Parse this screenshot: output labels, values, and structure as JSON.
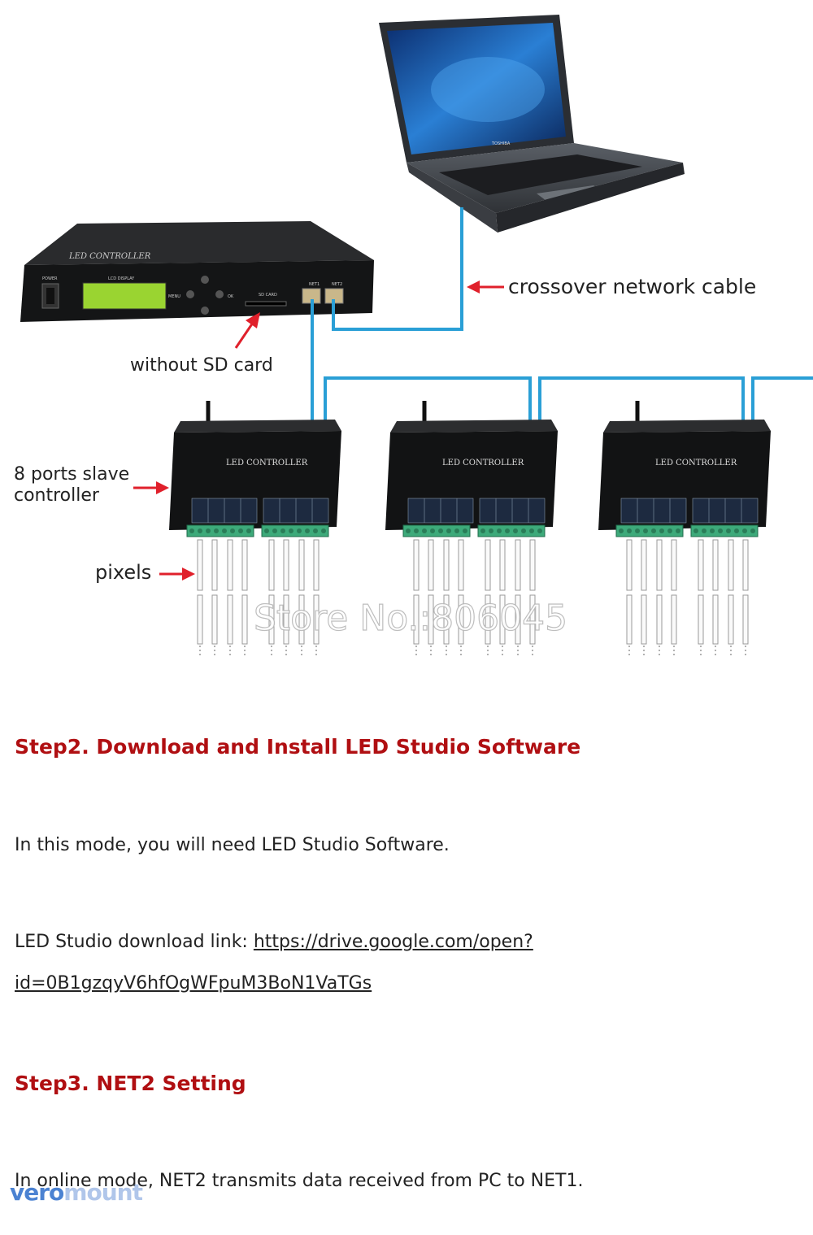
{
  "diagram": {
    "labels": {
      "crossover": "crossover network cable",
      "sd_card": "without SD card",
      "slave_line1": "8 ports slave",
      "slave_line2": "controller",
      "pixels": "pixels"
    },
    "master": {
      "title": "LED CONTROLLER",
      "power": "POWER",
      "lcd": "LCD DISPLAY",
      "menu": "MENU",
      "ok": "OK",
      "sd": "SD CARD",
      "net1": "NET1",
      "net2": "NET2"
    },
    "slave_title": "LED CONTROLLER",
    "watermark": "Store No.:806045",
    "cable_color": "#2a9fd6",
    "arrow_color": "#e0202b"
  },
  "step2": {
    "heading": "Step2. Download and Install LED Studio Software",
    "line1": "In this mode, you will need LED Studio Software.",
    "link_prefix": "LED Studio download link: ",
    "link_part1": "https://drive.google.com/open?",
    "link_part2": "id=0B1gzqyV6hfOgWFpuM3BoN1VaTGs"
  },
  "step3": {
    "heading": "Step3. NET2 Setting",
    "line1": "In online mode, NET2 transmits data received from PC to NET1."
  },
  "logo": {
    "part1": "vero",
    "part2": "mount"
  }
}
